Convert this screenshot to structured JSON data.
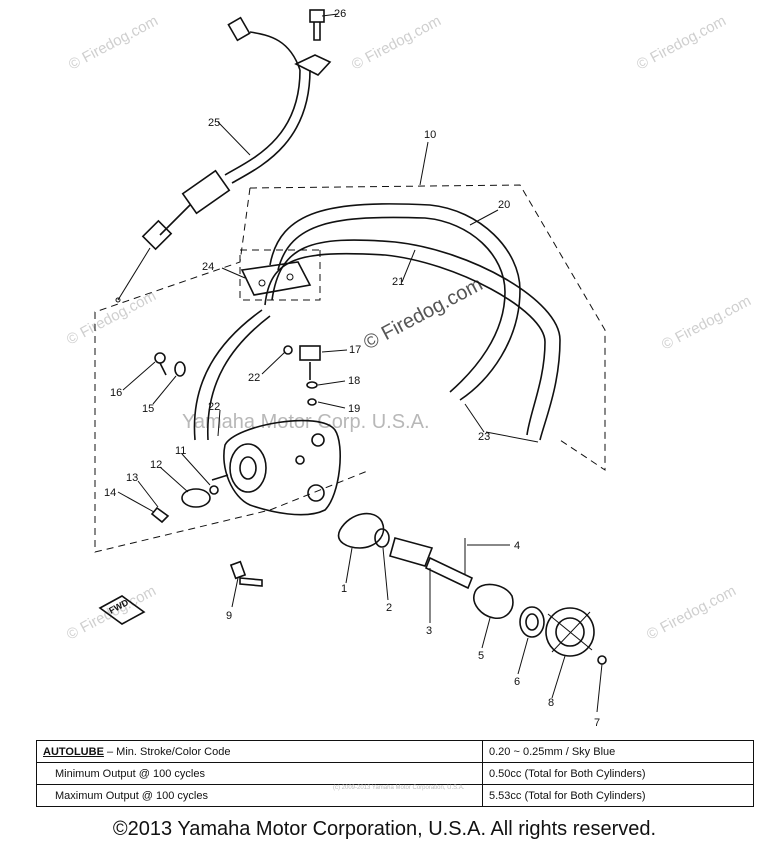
{
  "watermarks": {
    "site": "© Firedog.com",
    "center": "Yamaha Motor Corp. U.S.A.",
    "small": "(c) 2009-2013 Yamaha Motor Corporation, U.S.A."
  },
  "callouts": {
    "p1": "1",
    "p2": "2",
    "p3": "3",
    "p4": "4",
    "p5": "5",
    "p6": "6",
    "p7": "7",
    "p8": "8",
    "p9": "9",
    "p10": "10",
    "p11": "11",
    "p12": "12",
    "p13": "13",
    "p14": "14",
    "p15": "15",
    "p16": "16",
    "p17": "17",
    "p18": "18",
    "p19": "19",
    "p20": "20",
    "p21": "21",
    "p22a": "22",
    "p22b": "22",
    "p23": "23",
    "p24": "24",
    "p25": "25",
    "p26": "26"
  },
  "fwd_badge": "FWD",
  "spec_table": {
    "rows": [
      {
        "label_a": "AUTOLUBE",
        "label_b": "– Min. Stroke/Color Code",
        "value": "0.20 ~ 0.25mm / Sky Blue"
      },
      {
        "label": "Minimum Output @ 100 cycles",
        "value": "0.50cc (Total for Both Cylinders)"
      },
      {
        "label": "Maximum Output @ 100 cycles",
        "value": "5.53cc (Total for Both Cylinders)"
      }
    ]
  },
  "copyright": "©2013 Yamaha Motor Corporation, U.S.A. All rights reserved."
}
